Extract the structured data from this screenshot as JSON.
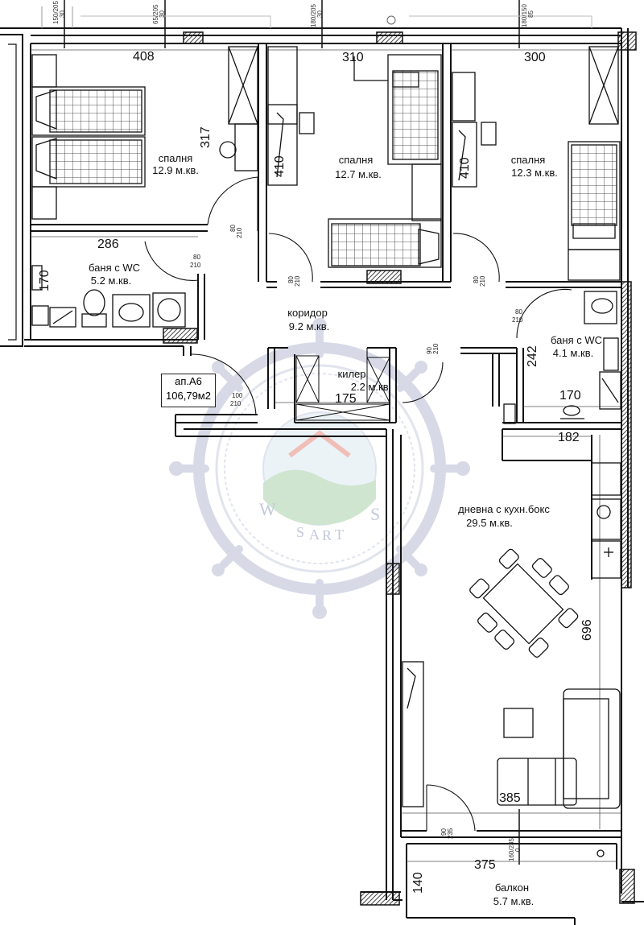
{
  "apartment": {
    "name": "ап.А6",
    "area": "106,79м2"
  },
  "rooms": {
    "bedroom1": {
      "name": "спалня",
      "area": "12.9 м.кв."
    },
    "bedroom2": {
      "name": "спалня",
      "area": "12.7 м.кв."
    },
    "bedroom3": {
      "name": "спалня",
      "area": "12.3 м.кв."
    },
    "bath1": {
      "name": "баня с WC",
      "area": "5.2 м.кв."
    },
    "corridor": {
      "name": "коридор",
      "area": "9.2 м.кв."
    },
    "bath2": {
      "name": "баня с WC",
      "area": "4.1 м.кв."
    },
    "storage": {
      "name": "килер",
      "area": "2.2 м.кв."
    },
    "living": {
      "name": "дневна с кухн.бокс",
      "area": "29.5 м.кв."
    },
    "balcony": {
      "name": "балкон",
      "area": "5.7 м.кв."
    }
  },
  "dimensions": {
    "d408": "408",
    "d310": "310",
    "d300": "300",
    "d317": "317",
    "d410a": "410",
    "d410b": "410",
    "d286": "286",
    "d170a": "170",
    "d242": "242",
    "d170b": "170",
    "d182": "182",
    "d175": "175",
    "d696": "696",
    "d385": "385",
    "d375": "375",
    "d140": "140"
  },
  "doors": {
    "bed1": [
      "80",
      "210"
    ],
    "bath1": [
      "80",
      "210"
    ],
    "bed2": [
      "80",
      "210"
    ],
    "bed3": [
      "80",
      "210"
    ],
    "bath2": [
      "80",
      "210"
    ],
    "storage": [
      "90",
      "210"
    ],
    "entry": [
      "100",
      "210"
    ],
    "balcony": [
      "90",
      "235"
    ]
  },
  "windows": {
    "w1": [
      "150/205",
      "30"
    ],
    "w2": [
      "65/205",
      "30"
    ],
    "w3": [
      "180/205",
      "30"
    ],
    "w4": [
      "180/150",
      "85"
    ],
    "w5": [
      "160/235",
      "0"
    ]
  },
  "watermark": {
    "letters": [
      "W",
      "S",
      "A",
      "R",
      "T"
    ]
  }
}
